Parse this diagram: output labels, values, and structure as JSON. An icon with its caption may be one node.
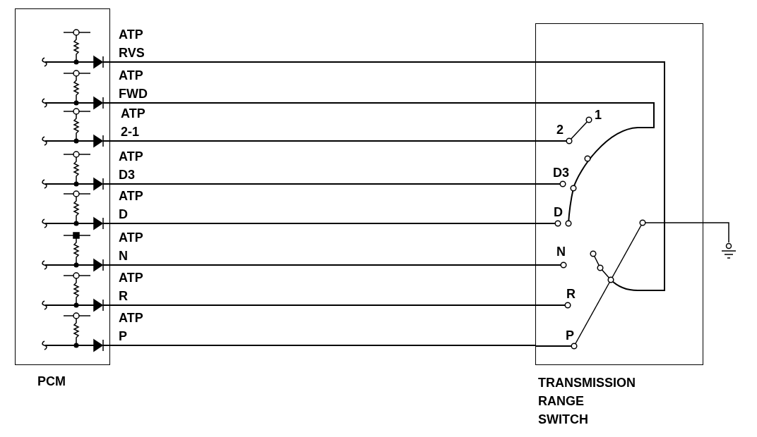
{
  "diagram": {
    "nodes": [
      {
        "text": [
          "PCM"
        ]
      },
      {
        "text": [
          "TRANSMISSION RANGE SWITCH"
        ]
      },
      {
        "text": [],
        "shape": "ground"
      }
    ],
    "edges": [
      {
        "from": 0,
        "to": 1,
        "arrow": "none",
        "label": "ATP RVS"
      },
      {
        "from": 0,
        "to": 1,
        "arrow": "none",
        "label": "ATP FWD"
      },
      {
        "from": 0,
        "to": 1,
        "arrow": "none",
        "label": "ATP 2-1"
      },
      {
        "from": 0,
        "to": 1,
        "arrow": "none",
        "label": "ATP D3"
      },
      {
        "from": 0,
        "to": 1,
        "arrow": "none",
        "label": "ATP D"
      },
      {
        "from": 0,
        "to": 1,
        "arrow": "none",
        "label": "ATP N"
      },
      {
        "from": 0,
        "to": 1,
        "arrow": "none",
        "label": "ATP R"
      },
      {
        "from": 0,
        "to": 1,
        "arrow": "none",
        "label": "ATP P"
      },
      {
        "from": 1,
        "to": 2,
        "arrow": "none"
      }
    ],
    "labels": [
      "1",
      "2",
      "D3",
      "D",
      "N",
      "R",
      "P"
    ]
  }
}
